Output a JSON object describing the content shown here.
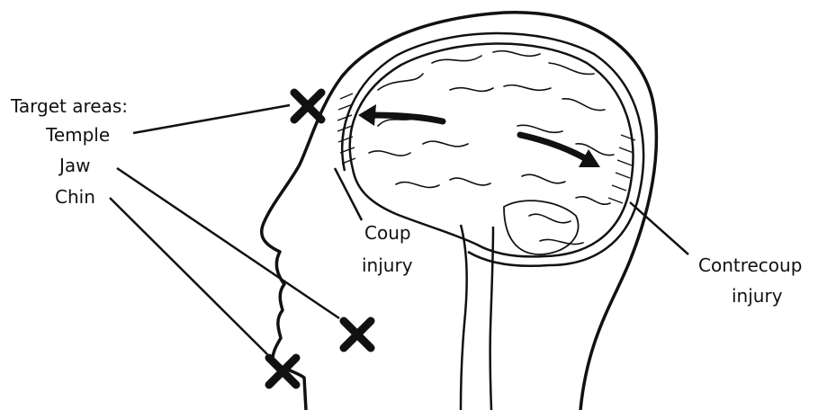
{
  "labels": {
    "target_areas": "Target areas:",
    "temple": "Temple",
    "jaw": "Jaw",
    "chin": "Chin",
    "coup_line1": "Coup",
    "coup_line2": "injury",
    "contrecoup_line1": "Contrecoup",
    "contrecoup_line2": "injury"
  },
  "colors": {
    "ink": "#111111",
    "background": "#ffffff"
  },
  "icons": [
    "x-mark-icon",
    "arrow-icon"
  ]
}
